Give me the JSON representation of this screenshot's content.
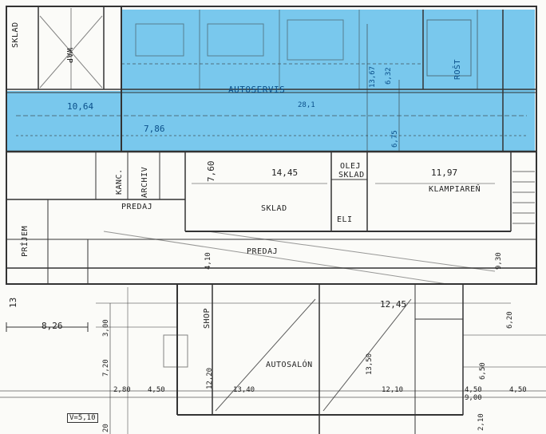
{
  "colors": {
    "highlight": "#6EC3EC",
    "line": "#333333",
    "paper": "#FBFBF8"
  },
  "rooms": {
    "sklad_top": "SKLAD",
    "wap": "WAP",
    "autoservis": "AUTOSERVIS",
    "rost": "ROŠT",
    "kanc": "KANC.",
    "archiv": "ARCHIV",
    "predaj_small": "PREDAJ",
    "sklad_mid": "SKLAD",
    "olej_sklad_1": "OLEJ",
    "olej_sklad_2": "SKLAD",
    "eli": "ELI",
    "klampiaren": "KLAMPIAREŇ",
    "prijem": "PRÍJEM",
    "predaj_long": "PREDAJ",
    "shop": "SHOP",
    "autosalon": "AUTOSALÓN"
  },
  "dimensions": {
    "d1064": "10,64",
    "d281": "28,1",
    "d786": "7,86",
    "d1367": "13,67",
    "d632": "6,32",
    "d675": "6,75",
    "d760": "7,60",
    "d1445": "14,45",
    "d1197": "11,97",
    "d930": "9,30",
    "d1245": "12,45",
    "d1350": "13,50",
    "d410": "4,10",
    "d620": "6,20",
    "d300": "3,00",
    "d720": "7,20",
    "d1220": "12,20",
    "d826": "8,26",
    "d280": "2,80",
    "d450a": "4,50",
    "d1340": "13,40",
    "d1210": "12,10",
    "d450b": "4,50",
    "d900": "9,00",
    "d450c": "4,50",
    "d650": "6,50",
    "d210": "2,10",
    "d13": "13",
    "d20": "20",
    "vs510": "V=5,10"
  }
}
